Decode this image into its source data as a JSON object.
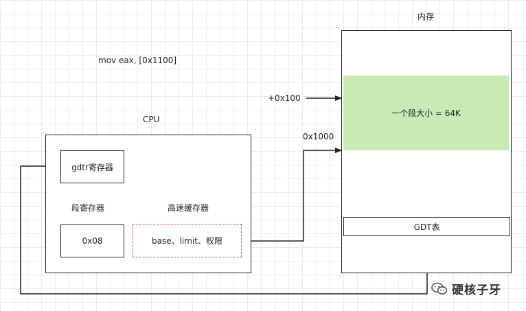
{
  "memory_label": "内存",
  "instruction": "mov eax, [0x1100]",
  "cpu_label": "CPU",
  "offset_label": "+0x100",
  "base_addr_label": "0x1000",
  "gdtr_label": "gdtr寄存器",
  "seg_reg_label": "段寄存器",
  "cache_label": "高速缓存器",
  "seg_value": "0x08",
  "cache_content": "base、limit、权限",
  "segment_label": "一个段大小 = 64K",
  "gdt_label": "GDT表",
  "watermark": "硬核子牙",
  "colors": {
    "segment_fill": "#c8ebb4",
    "dashed_border": "#d9534f",
    "line": "#222222"
  }
}
